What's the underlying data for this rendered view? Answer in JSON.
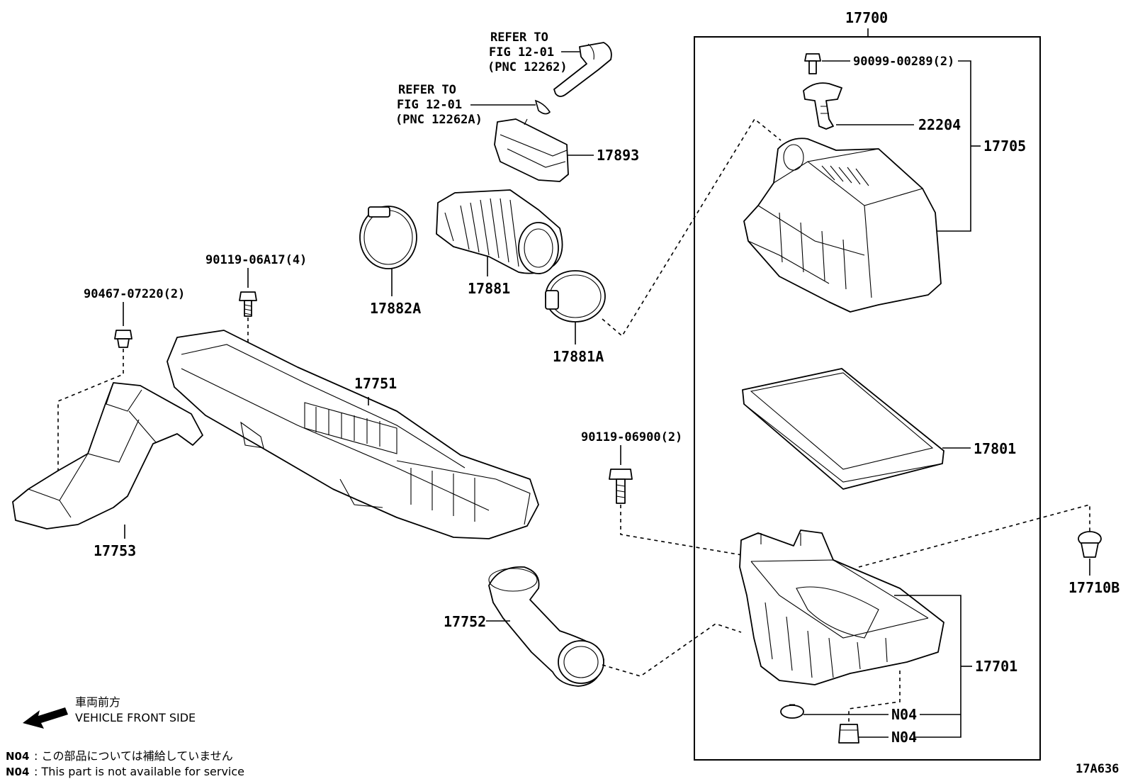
{
  "assembly_label": "17700",
  "labels": {
    "refer_a_line1": "REFER TO",
    "refer_a_line2": "FIG 12-01",
    "refer_a_line3": "(PNC 12262)",
    "refer_b_line1": "REFER TO",
    "refer_b_line2": "FIG 12-01",
    "refer_b_line3": "(PNC 12262A)",
    "p17893": "17893",
    "p17881": "17881",
    "p17882A": "17882A",
    "p17881A": "17881A",
    "p90119_06A17": "90119-06A17(4)",
    "p90467_07220": "90467-07220(2)",
    "p17751": "17751",
    "p17753": "17753",
    "p17752": "17752",
    "p90119_06900": "90119-06900(2)",
    "p90099_00289": "90099-00289(2)",
    "p22204": "22204",
    "p17705": "17705",
    "p17801": "17801",
    "p17701": "17701",
    "p17710B": "17710B",
    "n04_a": "N04",
    "n04_b": "N04"
  },
  "direction": {
    "jp": "車両前方",
    "en": "VEHICLE FRONT SIDE"
  },
  "notes": {
    "code_jp": "N04",
    "text_jp": ": この部品については補給していません",
    "code_en": "N04",
    "text_en": ": This part is not available for service"
  },
  "figure_id": "17A636"
}
